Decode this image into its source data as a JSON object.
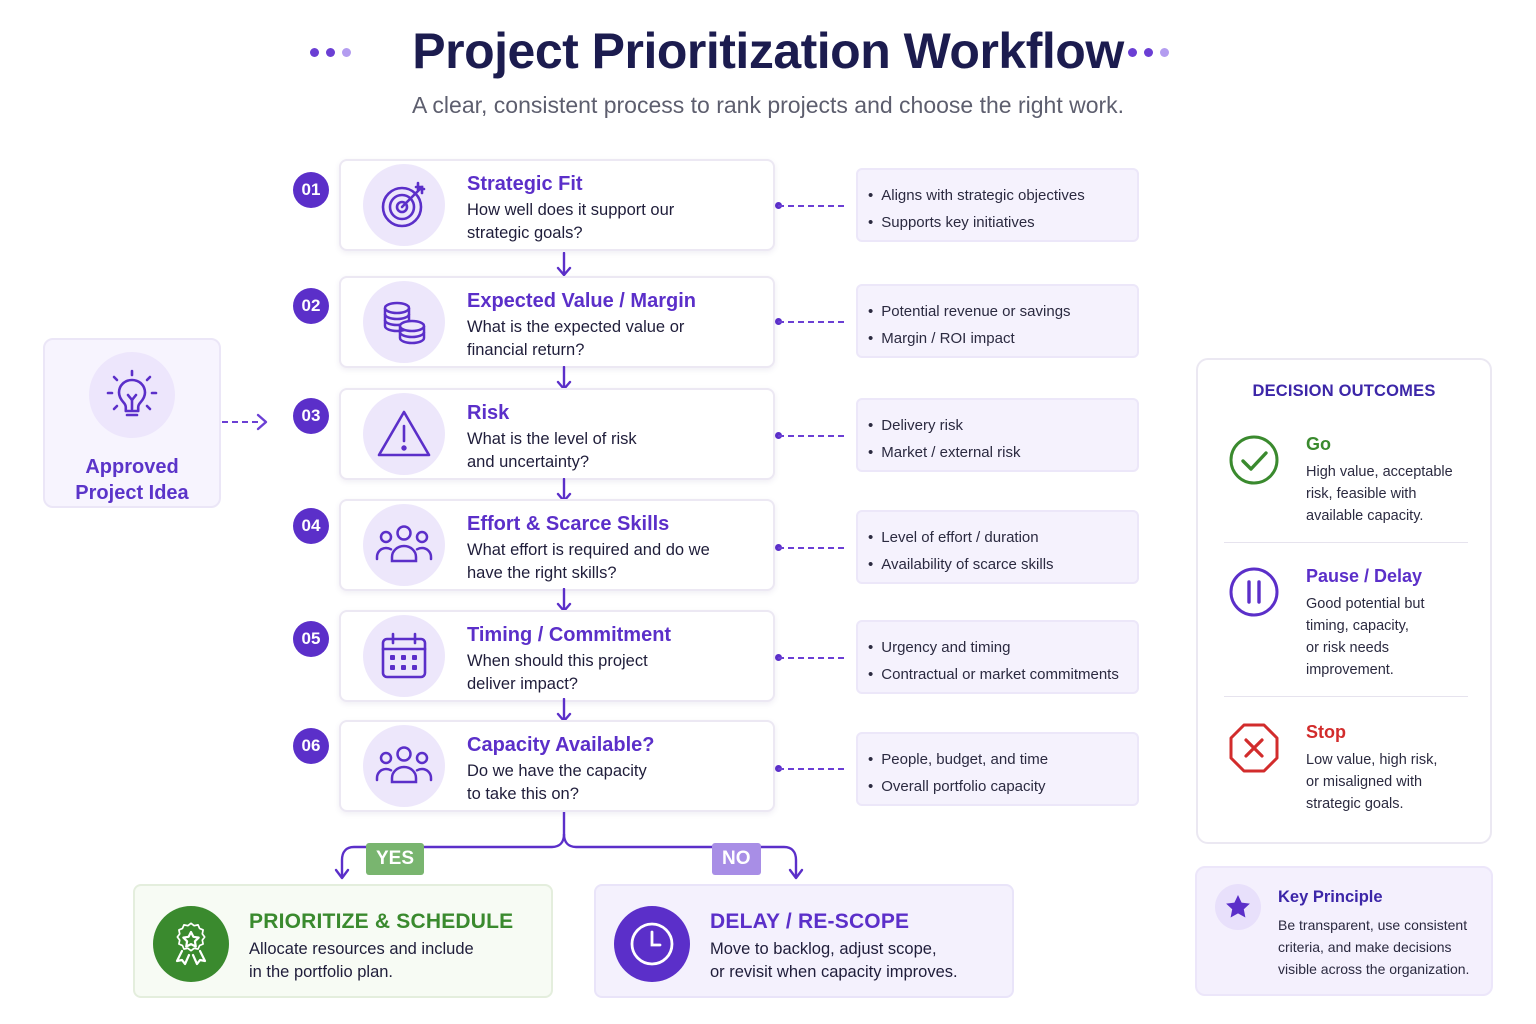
{
  "header": {
    "title": "Project Prioritization Workflow",
    "subtitle": "A clear, consistent process to rank projects and choose the right work."
  },
  "start": {
    "label_line1": "Approved",
    "label_line2": "Project Idea",
    "icon": "lightbulb-icon"
  },
  "steps": [
    {
      "num": "01",
      "title": "Strategic Fit",
      "desc1": "How well does it support our",
      "desc2": "strategic goals?",
      "icon": "target-icon",
      "criteria": [
        "Aligns with strategic objectives",
        "Supports key initiatives"
      ]
    },
    {
      "num": "02",
      "title": "Expected Value / Margin",
      "desc1": "What is the expected value or",
      "desc2": "financial return?",
      "icon": "coins-icon",
      "criteria": [
        "Potential revenue or savings",
        "Margin / ROI impact"
      ]
    },
    {
      "num": "03",
      "title": "Risk",
      "desc1": "What is the level of risk",
      "desc2": "and uncertainty?",
      "icon": "warning-icon",
      "criteria": [
        "Delivery risk",
        "Market / external risk"
      ]
    },
    {
      "num": "04",
      "title": "Effort & Scarce Skills",
      "desc1": "What effort is required and do we",
      "desc2": "have the right skills?",
      "icon": "team-icon",
      "criteria": [
        "Level of effort / duration",
        "Availability of scarce skills"
      ]
    },
    {
      "num": "05",
      "title": "Timing / Commitment",
      "desc1": "When should this project",
      "desc2": "deliver impact?",
      "icon": "calendar-icon",
      "criteria": [
        "Urgency and timing",
        "Contractual or market commitments"
      ]
    },
    {
      "num": "06",
      "title": "Capacity Available?",
      "desc1": "Do we have the capacity",
      "desc2": "to take this on?",
      "icon": "team-icon",
      "criteria": [
        "People, budget, and time",
        "Overall portfolio capacity"
      ]
    }
  ],
  "branches": {
    "yes_label": "YES",
    "no_label": "NO",
    "yes": {
      "title": "PRIORITIZE & SCHEDULE",
      "text1": "Allocate resources and include",
      "text2": "in the portfolio plan.",
      "icon": "award-icon",
      "color": "#3a8a2e"
    },
    "no": {
      "title": "DELAY / RE-SCOPE",
      "text1": "Move to backlog, adjust scope,",
      "text2": "or revisit when capacity improves.",
      "icon": "clock-icon",
      "color": "#5b2fc9"
    }
  },
  "outcomes": {
    "title": "DECISION OUTCOMES",
    "items": [
      {
        "name": "Go",
        "lines": [
          "High value, acceptable",
          "risk, feasible with",
          "available capacity."
        ],
        "color": "#3a8a2e",
        "icon": "check-circle-icon"
      },
      {
        "name": "Pause / Delay",
        "lines": [
          "Good potential but",
          "timing, capacity,",
          "or risk needs",
          "improvement."
        ],
        "color": "#5b2fc9",
        "icon": "pause-circle-icon"
      },
      {
        "name": "Stop",
        "lines": [
          "Low value, high risk,",
          "or misaligned with",
          "strategic goals."
        ],
        "color": "#d22c2c",
        "icon": "stop-octagon-icon"
      }
    ]
  },
  "principle": {
    "title": "Key Principle",
    "lines": [
      "Be transparent, use consistent",
      "criteria, and make decisions",
      "visible across the organization."
    ],
    "icon": "star-icon"
  },
  "colors": {
    "primary": "#5b2fc9",
    "navy": "#1c1c4f",
    "go": "#3a8a2e",
    "stop": "#d22c2c"
  }
}
